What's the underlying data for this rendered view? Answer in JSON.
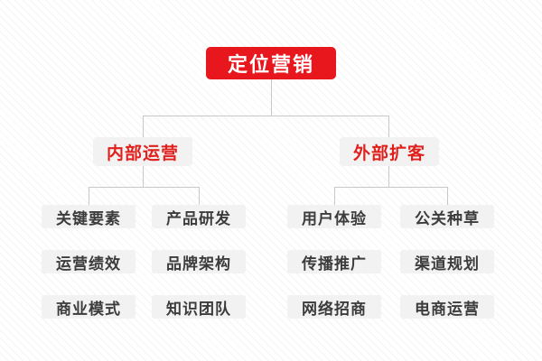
{
  "canvas": {
    "background_color": "#ffffff",
    "stripe_color": "#f3f3f3",
    "connector_color": "#c8c8c8"
  },
  "tree": {
    "root": {
      "label": "定位营销",
      "bg_color": "#e8161d",
      "text_color": "#ffffff"
    },
    "branch_style": {
      "bg_color": "#f2f2f2",
      "text_color": "#e0201c"
    },
    "leaf_style": {
      "bg_color": "#f2f2f2",
      "text_color": "#3c3c3c"
    },
    "branches": [
      {
        "label": "内部运营",
        "children": [
          "关键要素",
          "产品研发",
          "运营绩效",
          "品牌架构",
          "商业模式",
          "知识团队"
        ]
      },
      {
        "label": "外部扩客",
        "children": [
          "用户体验",
          "公关种草",
          "传播推广",
          "渠道规划",
          "网络招商",
          "电商运营"
        ]
      }
    ]
  }
}
